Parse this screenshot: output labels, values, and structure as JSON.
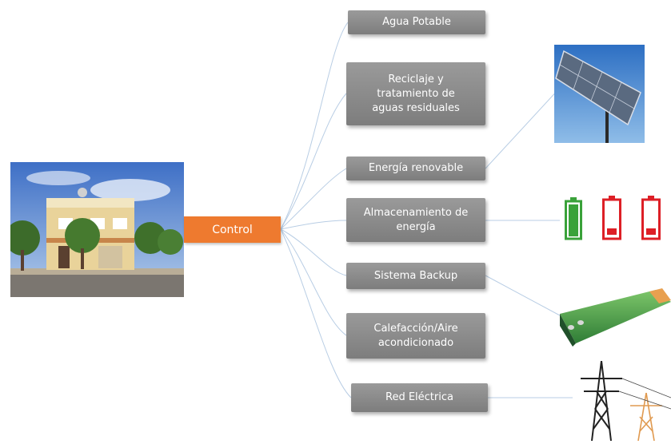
{
  "diagram": {
    "center": {
      "label": "Control"
    },
    "nodes": [
      {
        "id": "agua",
        "label": "Agua Potable"
      },
      {
        "id": "reciclaje",
        "label": "Reciclaje y\ntratamiento de\naguas residuales"
      },
      {
        "id": "energia",
        "label": "Energía renovable"
      },
      {
        "id": "almacenamiento",
        "label": "Almacenamiento de\nenergía"
      },
      {
        "id": "backup",
        "label": "Sistema Backup"
      },
      {
        "id": "clima",
        "label": "Calefacción/Aire\nacondicionado"
      },
      {
        "id": "red",
        "label": "Red Eléctrica"
      }
    ],
    "images": {
      "house": "house-photo",
      "solar": "solar-panel-photo",
      "batteries": [
        "battery-full-icon",
        "battery-low-icon",
        "battery-low-icon"
      ],
      "backup": "lithium-cell-photo",
      "grid": "power-tower-icon"
    },
    "colors": {
      "control": "#ee7a2f",
      "box": "#8c8c8c",
      "line": "#b8cde4",
      "battery_full": "#3aa23a",
      "battery_low": "#dd1f26"
    }
  }
}
